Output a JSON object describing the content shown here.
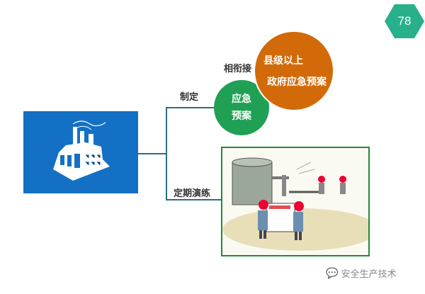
{
  "page_number": "78",
  "labels": {
    "formulate": "制定",
    "connect": "相衔接",
    "regular_drill": "定期演练"
  },
  "green_circle": {
    "line1": "应急",
    "line2": "预案"
  },
  "orange_circle": {
    "line1": "县级以上",
    "line2": "政府应急预案"
  },
  "footer": {
    "account": "安全生产技术",
    "icon": "wechat-icon"
  },
  "colors": {
    "hex": "#27b08b",
    "blue": "#1470c4",
    "green": "#1fa055",
    "orange": "#d26a0a"
  }
}
